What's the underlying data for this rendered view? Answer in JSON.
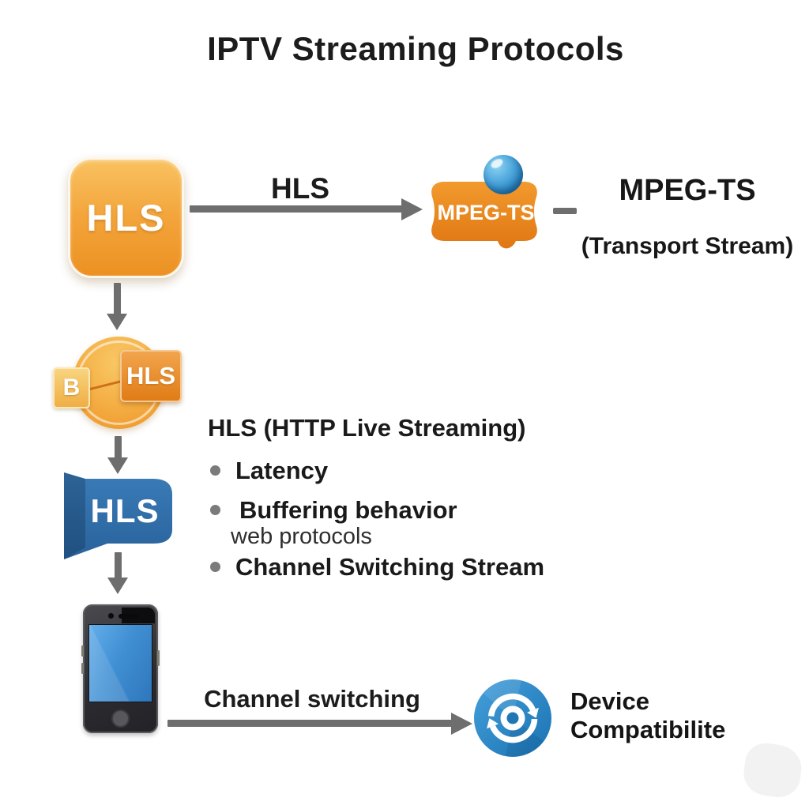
{
  "title": "IPTV Streaming Protocols",
  "top_flow": {
    "source_label": "HLS",
    "arrow_label": "HLS",
    "badge_label": "MPEG-TS",
    "result_title": "MPEG-TS",
    "result_subtitle": "(Transport Stream)"
  },
  "encoder": {
    "chip_b": "B",
    "chip_hls": "HLS"
  },
  "details": {
    "heading": "HLS (HTTP Live Streaming)",
    "bullets": [
      {
        "text": "Latency",
        "note": ""
      },
      {
        "text": "Buffering behavior",
        "note": "web protocols"
      },
      {
        "text": "Channel Switching Stream",
        "note": ""
      }
    ]
  },
  "banner_label": "HLS",
  "bottom_flow": {
    "arrow_label": "Channel switching",
    "result_line1": "Device",
    "result_line2": "Compatibilite"
  },
  "colors": {
    "accent_orange": "#EE9426",
    "accent_orange_dark": "#E07712",
    "accent_blue": "#2E6FA8",
    "icon_blue": "#1F7FC0",
    "arrow_gray": "#6E6E6E",
    "text_dark": "#1D1D1D"
  }
}
